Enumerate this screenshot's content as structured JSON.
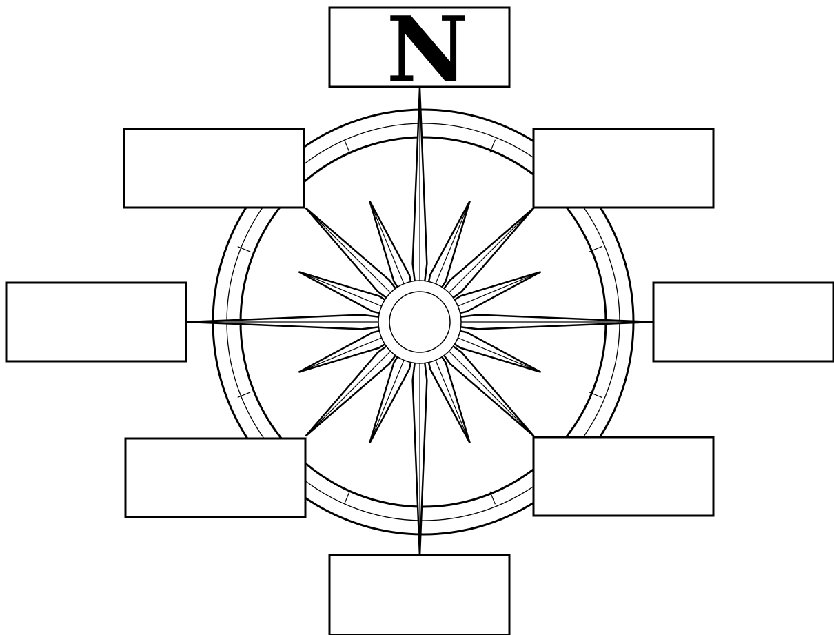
{
  "diagram": {
    "north_label": "N",
    "label_boxes": [
      {
        "direction": "north",
        "text": "N"
      },
      {
        "direction": "northwest",
        "text": ""
      },
      {
        "direction": "northeast",
        "text": ""
      },
      {
        "direction": "west",
        "text": ""
      },
      {
        "direction": "east",
        "text": ""
      },
      {
        "direction": "southwest",
        "text": ""
      },
      {
        "direction": "southeast",
        "text": ""
      },
      {
        "direction": "south",
        "text": ""
      }
    ]
  }
}
